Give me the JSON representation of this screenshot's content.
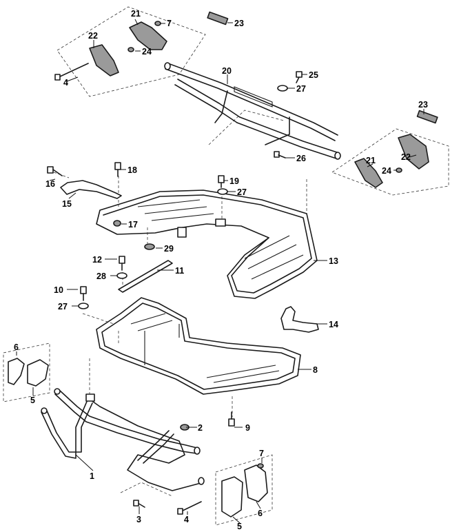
{
  "callouts": [
    "1",
    "2",
    "3",
    "4",
    "4",
    "5",
    "5",
    "6",
    "6",
    "7",
    "7",
    "8",
    "9",
    "10",
    "11",
    "12",
    "13",
    "14",
    "15",
    "16",
    "17",
    "18",
    "19",
    "20",
    "21",
    "21",
    "22",
    "22",
    "23",
    "23",
    "24",
    "24",
    "25",
    "26",
    "27",
    "27",
    "27",
    "28",
    "29"
  ]
}
